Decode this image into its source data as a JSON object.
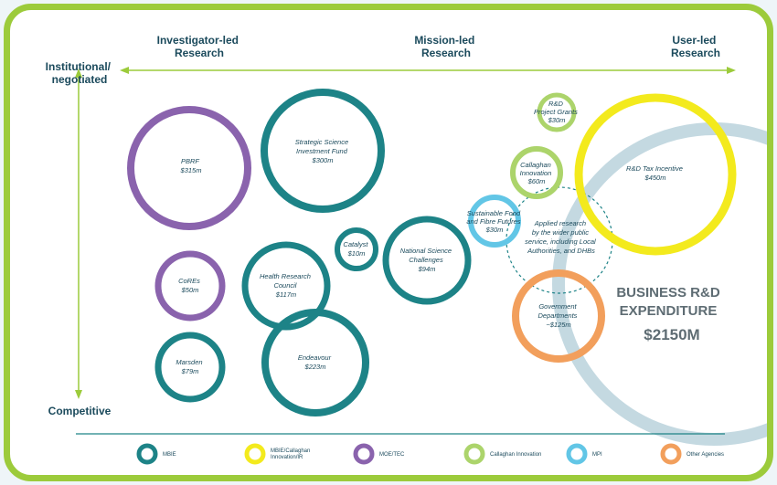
{
  "axis": {
    "top_left": [
      "Investigator-led",
      "Research"
    ],
    "top_mid": [
      "Mission-led",
      "Research"
    ],
    "top_right": [
      "User-led",
      "Research"
    ],
    "side_top": [
      "Institutional/",
      "negotiated"
    ],
    "side_bottom": "Competitive"
  },
  "business": {
    "title_line1": "BUSINESS R&D",
    "title_line2": "EXPENDITURE",
    "amount": "$2150M"
  },
  "colors": {
    "MBIE": "#1d8387",
    "MBIE_Callaghan_IR": "#f3ea1d",
    "MOE_TEC": "#8a63ad",
    "Callaghan": "#acd46b",
    "MPI": "#62c6e6",
    "Other": "#f29f5c",
    "frame": "#9ccb3b",
    "axis": "#9ccb3b",
    "text": "#1b4a5c",
    "business_arc": "#c4d9e1"
  },
  "bubbles": [
    {
      "id": "pbrf",
      "funder": "MOE_TEC",
      "lines": [
        "PBRF",
        "$315m"
      ]
    },
    {
      "id": "ssif",
      "funder": "MBIE",
      "lines": [
        "Strategic Science",
        "Investment Fund",
        "$300m"
      ]
    },
    {
      "id": "cores",
      "funder": "MOE_TEC",
      "lines": [
        "CoREs",
        "$50m"
      ]
    },
    {
      "id": "hrc",
      "funder": "MBIE",
      "lines": [
        "Health Research",
        "Council",
        "$117m"
      ]
    },
    {
      "id": "catalyst",
      "funder": "MBIE",
      "lines": [
        "Catalyst",
        "$10m"
      ]
    },
    {
      "id": "nsc",
      "funder": "MBIE",
      "lines": [
        "National Science",
        "Challenges",
        "$94m"
      ]
    },
    {
      "id": "marsden",
      "funder": "MBIE",
      "lines": [
        "Marsden",
        "$79m"
      ]
    },
    {
      "id": "endeavour",
      "funder": "MBIE",
      "lines": [
        "Endeavour",
        "$223m"
      ]
    },
    {
      "id": "rd-grants",
      "funder": "Callaghan",
      "lines": [
        "R&D",
        "Project Grants",
        "$30m"
      ]
    },
    {
      "id": "callaghan",
      "funder": "Callaghan",
      "lines": [
        "Callaghan",
        "Innovation",
        "$60m"
      ]
    },
    {
      "id": "sffff",
      "funder": "MPI",
      "lines": [
        "Sustainable Food",
        "and Fibre Futures",
        "$30m"
      ]
    },
    {
      "id": "tax",
      "funder": "MBIE_Callaghan_IR",
      "lines": [
        "R&D Tax Incentive",
        "$450m"
      ]
    },
    {
      "id": "govt",
      "funder": "Other",
      "lines": [
        "Government",
        "Departments",
        "~$125m"
      ]
    }
  ],
  "applied": {
    "lines": [
      "Applied research",
      "by the wider public",
      "service, including Local",
      "Authorities, and DHBs"
    ]
  },
  "legend": [
    {
      "key": "MBIE",
      "lines": [
        "MBIE"
      ]
    },
    {
      "key": "MBIE_Callaghan_IR",
      "lines": [
        "MBIE/Callaghan",
        "Innovation/IR"
      ]
    },
    {
      "key": "MOE_TEC",
      "lines": [
        "MOE/TEC"
      ]
    },
    {
      "key": "Callaghan",
      "lines": [
        "Callaghan Innovation"
      ]
    },
    {
      "key": "MPI",
      "lines": [
        "MPI"
      ]
    },
    {
      "key": "Other",
      "lines": [
        "Other Agencies"
      ]
    }
  ]
}
